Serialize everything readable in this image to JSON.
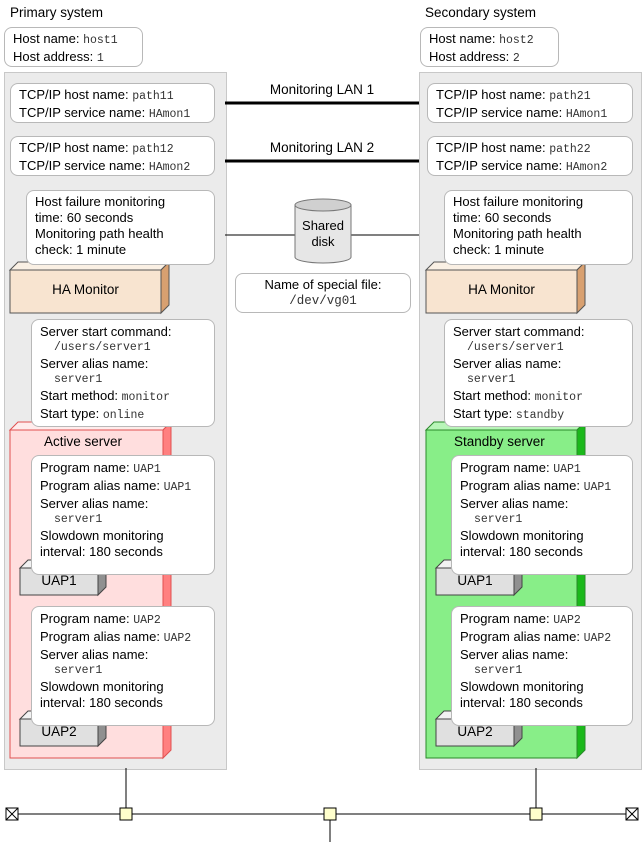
{
  "primary": {
    "title": "Primary system",
    "host_name_label": "Host name: ",
    "host_name": "host1",
    "host_address_label": "Host address: ",
    "host_address": "1",
    "path1": {
      "host_label": "TCP/IP host name: ",
      "host": "path11",
      "service_label": "TCP/IP service name: ",
      "service": "HAmon1"
    },
    "path2": {
      "host_label": "TCP/IP host name: ",
      "host": "path12",
      "service_label": "TCP/IP service name: ",
      "service": "HAmon2"
    },
    "monitoring": {
      "line1": "Host failure monitoring",
      "line2": "time: 60 seconds",
      "line3": "Monitoring path health",
      "line4": "check: 1 minute"
    },
    "ha_monitor": "HA Monitor",
    "server": {
      "start_command_label": "Server start command:",
      "start_command": "/users/server1",
      "alias_label": "Server alias name:",
      "alias": "server1",
      "start_method_label": "Start method: ",
      "start_method": "monitor",
      "start_type_label": "Start type: ",
      "start_type": "online"
    },
    "server_box": "Active server",
    "program1": {
      "name_label": "Program name: ",
      "name": "UAP1",
      "alias_label": "Program alias name: ",
      "alias": "UAP1",
      "server_alias_label": "Server alias name:",
      "server_alias": "server1",
      "slowdown1": "Slowdown monitoring",
      "slowdown2": "interval: 180 seconds"
    },
    "program1_box": "UAP1",
    "program2": {
      "name_label": "Program name: ",
      "name": "UAP2",
      "alias_label": "Program alias name: ",
      "alias": "UAP2",
      "server_alias_label": "Server alias name:",
      "server_alias": "server1",
      "slowdown1": "Slowdown monitoring",
      "slowdown2": "interval: 180 seconds"
    },
    "program2_box": "UAP2"
  },
  "secondary": {
    "title": "Secondary system",
    "host_name_label": "Host name: ",
    "host_name": "host2",
    "host_address_label": "Host address: ",
    "host_address": "2",
    "path1": {
      "host_label": "TCP/IP host name: ",
      "host": "path21",
      "service_label": "TCP/IP service name: ",
      "service": "HAmon1"
    },
    "path2": {
      "host_label": "TCP/IP host name: ",
      "host": "path22",
      "service_label": "TCP/IP service name: ",
      "service": "HAmon2"
    },
    "monitoring": {
      "line1": "Host failure monitoring",
      "line2": "time: 60 seconds",
      "line3": "Monitoring path health",
      "line4": "check: 1 minute"
    },
    "ha_monitor": "HA Monitor",
    "server": {
      "start_command_label": "Server start command:",
      "start_command": "/users/server1",
      "alias_label": "Server alias name:",
      "alias": "server1",
      "start_method_label": "Start method: ",
      "start_method": "monitor",
      "start_type_label": "Start type: ",
      "start_type": "standby"
    },
    "server_box": "Standby server",
    "program1": {
      "name_label": "Program name: ",
      "name": "UAP1",
      "alias_label": "Program alias name: ",
      "alias": "UAP1",
      "server_alias_label": "Server alias name:",
      "server_alias": "server1",
      "slowdown1": "Slowdown monitoring",
      "slowdown2": "interval: 180 seconds"
    },
    "program1_box": "UAP1",
    "program2": {
      "name_label": "Program name: ",
      "name": "UAP2",
      "alias_label": "Program alias name: ",
      "alias": "UAP2",
      "server_alias_label": "Server alias name:",
      "server_alias": "server1",
      "slowdown1": "Slowdown monitoring",
      "slowdown2": "interval: 180 seconds"
    },
    "program2_box": "UAP2"
  },
  "lan1": "Monitoring LAN 1",
  "lan2": "Monitoring LAN 2",
  "disk": {
    "line1": "Shared",
    "line2": "disk"
  },
  "special_file": {
    "label": "Name of special file:",
    "value": "/dev/vg01"
  },
  "colors": {
    "active_server": "#ffdede",
    "standby_server": "#88ee88",
    "ha_monitor": "#f8e4d0",
    "uap": "#e0e0e0",
    "system_bg": "#ebebeb"
  }
}
